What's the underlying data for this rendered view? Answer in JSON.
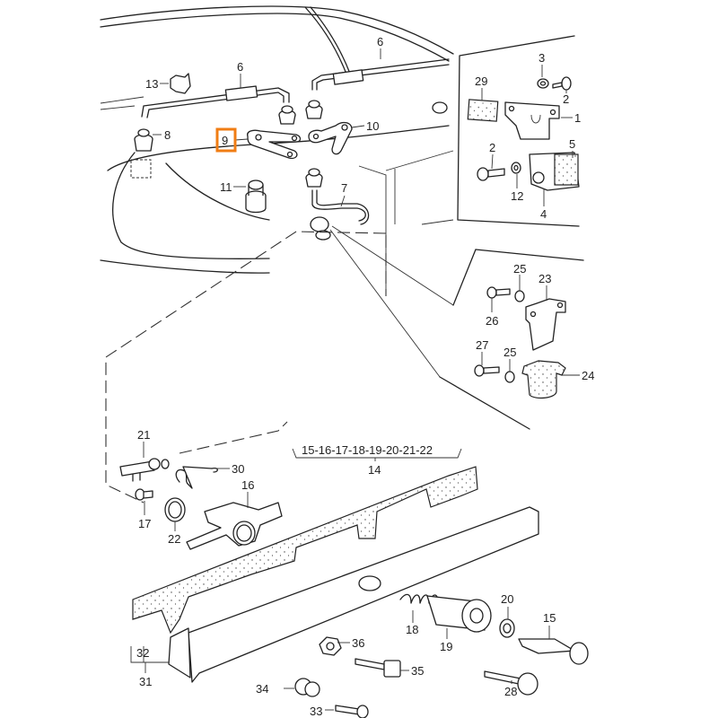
{
  "diagram": {
    "type": "exploded parts diagram",
    "subject": "rear lid / tailgate lock mechanism",
    "highlighted_part": "9",
    "highlight_color": "#f07d14",
    "group_label": {
      "members": "15-16-17-18-19-20-21-22",
      "parent": "14"
    },
    "callouts": [
      {
        "id": "c13",
        "label": "13"
      },
      {
        "id": "c6a",
        "label": "6"
      },
      {
        "id": "c6b",
        "label": "6"
      },
      {
        "id": "c8",
        "label": "8"
      },
      {
        "id": "c9",
        "label": "9"
      },
      {
        "id": "c10",
        "label": "10"
      },
      {
        "id": "c11",
        "label": "11"
      },
      {
        "id": "c7",
        "label": "7"
      },
      {
        "id": "c29",
        "label": "29"
      },
      {
        "id": "c3",
        "label": "3"
      },
      {
        "id": "c2a",
        "label": "2"
      },
      {
        "id": "c1",
        "label": "1"
      },
      {
        "id": "c5",
        "label": "5"
      },
      {
        "id": "c2b",
        "label": "2"
      },
      {
        "id": "c12",
        "label": "12"
      },
      {
        "id": "c4",
        "label": "4"
      },
      {
        "id": "c25a",
        "label": "25"
      },
      {
        "id": "c23",
        "label": "23"
      },
      {
        "id": "c26",
        "label": "26"
      },
      {
        "id": "c27",
        "label": "27"
      },
      {
        "id": "c25b",
        "label": "25"
      },
      {
        "id": "c24",
        "label": "24"
      },
      {
        "id": "c21",
        "label": "21"
      },
      {
        "id": "c30",
        "label": "30"
      },
      {
        "id": "c16",
        "label": "16"
      },
      {
        "id": "c17",
        "label": "17"
      },
      {
        "id": "c22",
        "label": "22"
      },
      {
        "id": "c32",
        "label": "32"
      },
      {
        "id": "c31",
        "label": "31"
      },
      {
        "id": "c36",
        "label": "36"
      },
      {
        "id": "c35",
        "label": "35"
      },
      {
        "id": "c34",
        "label": "34"
      },
      {
        "id": "c33",
        "label": "33"
      },
      {
        "id": "c18",
        "label": "18"
      },
      {
        "id": "c19",
        "label": "19"
      },
      {
        "id": "c20",
        "label": "20"
      },
      {
        "id": "c15",
        "label": "15"
      },
      {
        "id": "c28",
        "label": "28"
      }
    ]
  }
}
